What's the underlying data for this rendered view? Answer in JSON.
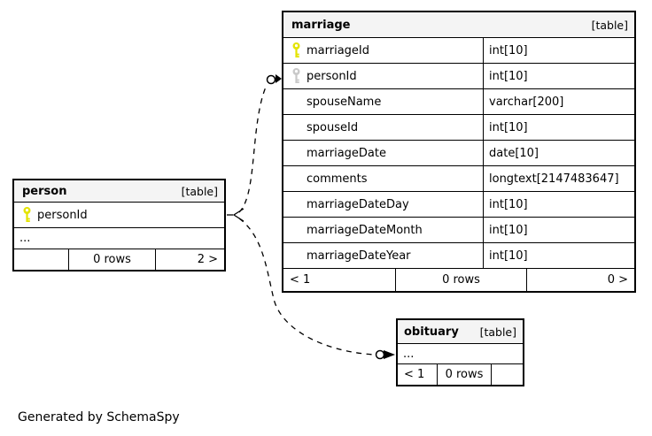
{
  "diagram": {
    "generated_by": "Generated by SchemaSpy"
  },
  "colors": {
    "primary_key": "#e4e400",
    "secondary_key": "#c9c9c9",
    "header_bg": "#f4f4f4",
    "border": "#000000"
  },
  "tables": {
    "marriage": {
      "title": "marriage",
      "tag": "[table]",
      "columns": [
        {
          "name": "marriageId",
          "type": "int[10]",
          "key": "primary"
        },
        {
          "name": "personId",
          "type": "int[10]",
          "key": "secondary"
        },
        {
          "name": "spouseName",
          "type": "varchar[200]",
          "key": "none"
        },
        {
          "name": "spouseId",
          "type": "int[10]",
          "key": "none"
        },
        {
          "name": "marriageDate",
          "type": "date[10]",
          "key": "none"
        },
        {
          "name": "comments",
          "type": "longtext[2147483647]",
          "key": "none"
        },
        {
          "name": "marriageDateDay",
          "type": "int[10]",
          "key": "none"
        },
        {
          "name": "marriageDateMonth",
          "type": "int[10]",
          "key": "none"
        },
        {
          "name": "marriageDateYear",
          "type": "int[10]",
          "key": "none"
        }
      ],
      "footer": {
        "left": "< 1",
        "center": "0 rows",
        "right": "0 >"
      }
    },
    "person": {
      "title": "person",
      "tag": "[table]",
      "columns": [
        {
          "name": "personId",
          "key": "primary"
        }
      ],
      "ellipsis": "...",
      "footer": {
        "left": "",
        "center": "0 rows",
        "right": "2 >"
      }
    },
    "obituary": {
      "title": "obituary",
      "tag": "[table]",
      "ellipsis": "...",
      "footer": {
        "left": "< 1",
        "center": "0 rows",
        "right": ""
      }
    }
  },
  "relationships": [
    {
      "from": "person.personId",
      "to": "marriage.personId",
      "style": "dashed",
      "to_marker": "circle-arrow",
      "from_marker": "crow-foot"
    },
    {
      "from": "person.personId",
      "to": "obituary",
      "style": "dashed",
      "to_marker": "circle-arrow",
      "from_marker": "crow-foot"
    }
  ]
}
